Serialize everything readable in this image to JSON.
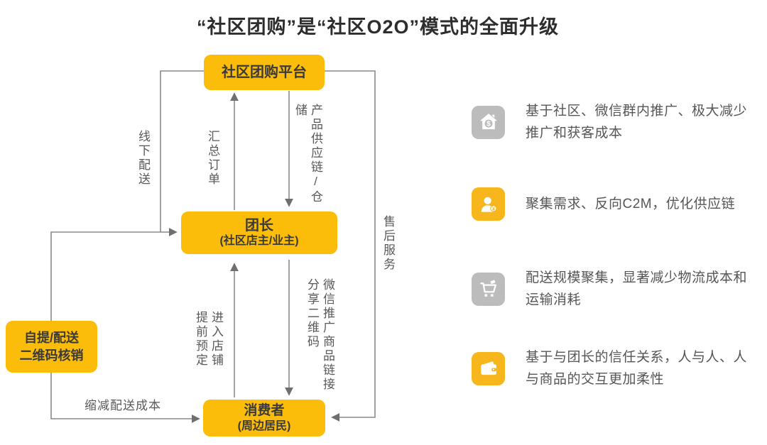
{
  "title": "“社区团购”是“社区O2O”模式的全面升级",
  "flow": {
    "nodes": {
      "platform": {
        "label": "社区团购平台"
      },
      "leader": {
        "label": "团长",
        "sublabel": "(社区店主/业主)"
      },
      "consumer": {
        "label": "消费者",
        "sublabel": "(周边居民)"
      },
      "pickup": {
        "label": "自提/配送\n二维码核销"
      }
    },
    "edges": {
      "offline_delivery": "线下配送",
      "aggregate_orders": "汇总订单",
      "product_supply": "产品供应链/仓储",
      "after_sales": "售后服务",
      "enter_store_prebook": "进入店铺提前预定",
      "wechat_promote_share": "微信推广商品链接分享二维码",
      "reduce_delivery_cost": "缩减配送成本"
    }
  },
  "benefits": [
    {
      "icon": "house-dollar-icon",
      "style": "gray",
      "text": "基于社区、微信群内推广、极大减少\n推广和获客成本"
    },
    {
      "icon": "user-coin-icon",
      "style": "yellow",
      "text": "聚集需求、反向C2M，优化供应链"
    },
    {
      "icon": "cart-icon",
      "style": "gray",
      "text": "配送规模聚集，显著减少物流成本和\n运输消耗"
    },
    {
      "icon": "wallet-icon",
      "style": "yellow",
      "text": "基于与团长的信任关系，人与人、人\n与商品的交互更加柔性"
    }
  ],
  "colors": {
    "node_yellow": "#FBBD0A",
    "icon_yellow": "#F7B71C",
    "icon_gray": "#BCBCBC",
    "connector_gray": "#8A8A8A",
    "label_text": "#595959"
  }
}
